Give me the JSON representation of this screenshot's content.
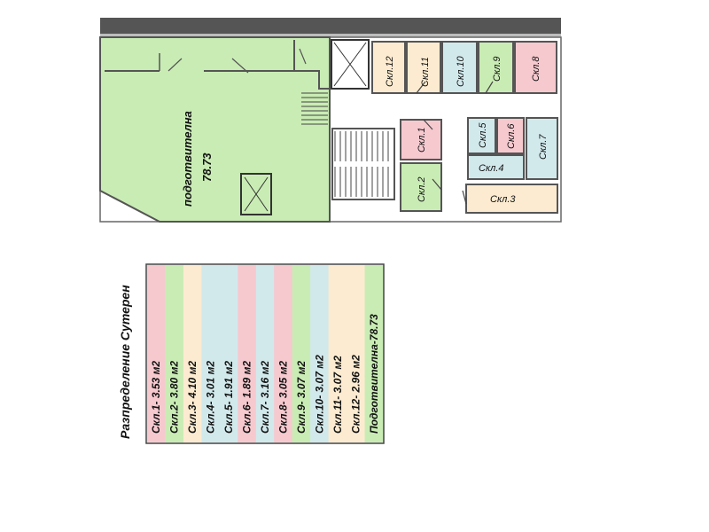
{
  "plan": {
    "main_room": {
      "name": "подготвителна",
      "area": "78.73"
    },
    "storage_rooms": [
      {
        "id": "skl1",
        "label": "Скл.1",
        "color": "#f6c9cf"
      },
      {
        "id": "skl2",
        "label": "Скл.2",
        "color": "#c9ecb4"
      },
      {
        "id": "skl3",
        "label": "Скл.3",
        "color": "#fcebd0"
      },
      {
        "id": "skl4",
        "label": "Скл.4",
        "color": "#d2e9ec"
      },
      {
        "id": "skl5",
        "label": "Скл.5",
        "color": "#d2e9ec"
      },
      {
        "id": "skl6",
        "label": "Скл.6",
        "color": "#f6c9cf"
      },
      {
        "id": "skl7",
        "label": "Скл.7",
        "color": "#d2e9ec"
      },
      {
        "id": "skl8",
        "label": "Скл.8",
        "color": "#f6c9cf"
      },
      {
        "id": "skl9",
        "label": "Скл.9",
        "color": "#c9ecb4"
      },
      {
        "id": "skl10",
        "label": "Скл.10",
        "color": "#d2e9ec"
      },
      {
        "id": "skl11",
        "label": "Скл.11",
        "color": "#fcebd0"
      },
      {
        "id": "skl12",
        "label": "Скл.12",
        "color": "#fcebd0"
      }
    ],
    "colors": {
      "main_room": "#c9ecb4",
      "wall": "#555555",
      "roof_band": "#555555",
      "corridor": "#ffffff"
    }
  },
  "legend": {
    "title": "Разпределение Сутерен",
    "rows": [
      {
        "text": "Скл.1- 3.53 м2",
        "color": "#f6c9cf"
      },
      {
        "text": "Скл.2- 3.80 м2",
        "color": "#c9ecb4"
      },
      {
        "text": "Скл.3- 4.10 м2",
        "color": "#fcebd0"
      },
      {
        "text": "Скл.4- 3.01 м2",
        "color": "#d2e9ec"
      },
      {
        "text": "Скл.5- 1.91 м2",
        "color": "#d2e9ec"
      },
      {
        "text": "Скл.6- 1.89 м2",
        "color": "#f6c9cf"
      },
      {
        "text": "Скл.7- 3.16 м2",
        "color": "#d2e9ec"
      },
      {
        "text": "Скл.8- 3.05 м2",
        "color": "#f6c9cf"
      },
      {
        "text": "Скл.9- 3.07 м2",
        "color": "#c9ecb4"
      },
      {
        "text": "Скл.10- 3.07 м2",
        "color": "#d2e9ec"
      },
      {
        "text": "Скл.11- 3.07 м2",
        "color": "#fcebd0"
      },
      {
        "text": "Скл.12- 2.96 м2",
        "color": "#fcebd0"
      },
      {
        "text": "Подготвителна-78.73",
        "color": "#c9ecb4"
      }
    ]
  }
}
